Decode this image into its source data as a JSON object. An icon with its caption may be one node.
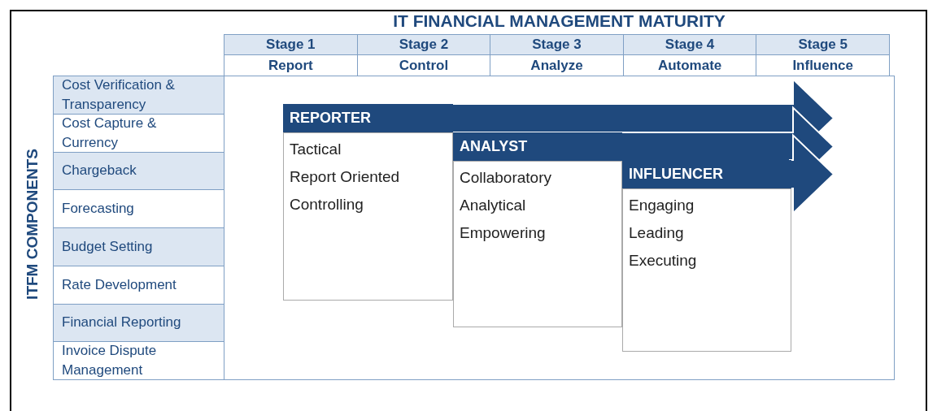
{
  "diagram": {
    "title": "IT FINANCIAL MANAGEMENT MATURITY",
    "nodes": [
      {
        "text": [
          "REPORTER",
          "Tactical",
          "Report Oriented",
          "Controlling"
        ]
      },
      {
        "text": [
          "ANALYST",
          "Collaboratory",
          "Analytical",
          "Empowering"
        ]
      },
      {
        "text": [
          "INFLUENCER",
          "Engaging",
          "Leading",
          "Executing"
        ]
      }
    ],
    "labels": [
      "Stage 1",
      "Stage 2",
      "Stage 3",
      "Stage 4",
      "Stage 5",
      "Report",
      "Control",
      "Analyze",
      "Automate",
      "Influence",
      "Cost Verification & Transparency",
      "Cost Capture & Currency",
      "Chargeback",
      "Forecasting",
      "Budget Setting",
      "Rate Development",
      "Financial Reporting",
      "Invoice Dispute Management",
      "ITFM COMPONENTS"
    ]
  }
}
